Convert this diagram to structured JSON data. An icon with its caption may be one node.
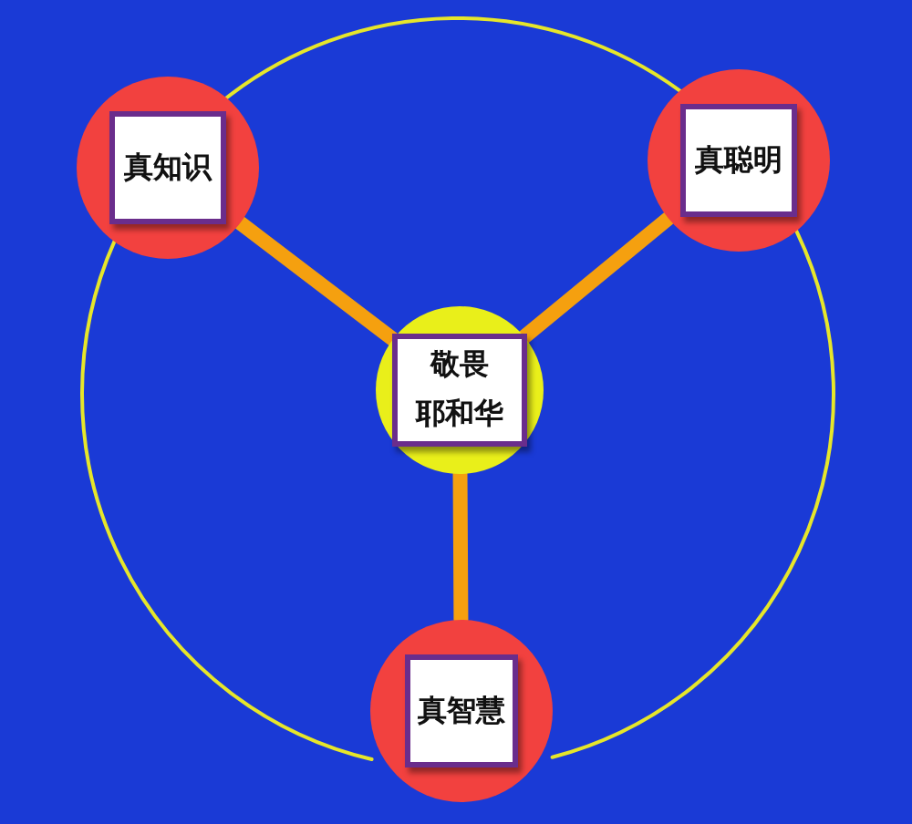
{
  "diagram": {
    "nodes": [
      {
        "text": [
          "真知识"
        ]
      },
      {
        "text": [
          "真聪明"
        ]
      },
      {
        "text": [
          "敬畏",
          "耶和华"
        ]
      },
      {
        "text": [
          "真智慧"
        ]
      }
    ],
    "edges": [
      {
        "from": 2,
        "to": 0,
        "arrow": "none",
        "style": "thick"
      },
      {
        "from": 2,
        "to": 1,
        "arrow": "none",
        "style": "thick"
      },
      {
        "from": 2,
        "to": 3,
        "arrow": "none",
        "style": "thick"
      },
      {
        "from": 0,
        "to": 1,
        "arrow": "none",
        "color": "#e6e62a"
      },
      {
        "from": 1,
        "to": 3,
        "arrow": "none",
        "color": "#e6e62a"
      },
      {
        "from": 3,
        "to": 0,
        "arrow": "none",
        "color": "#e6e62a"
      }
    ]
  }
}
